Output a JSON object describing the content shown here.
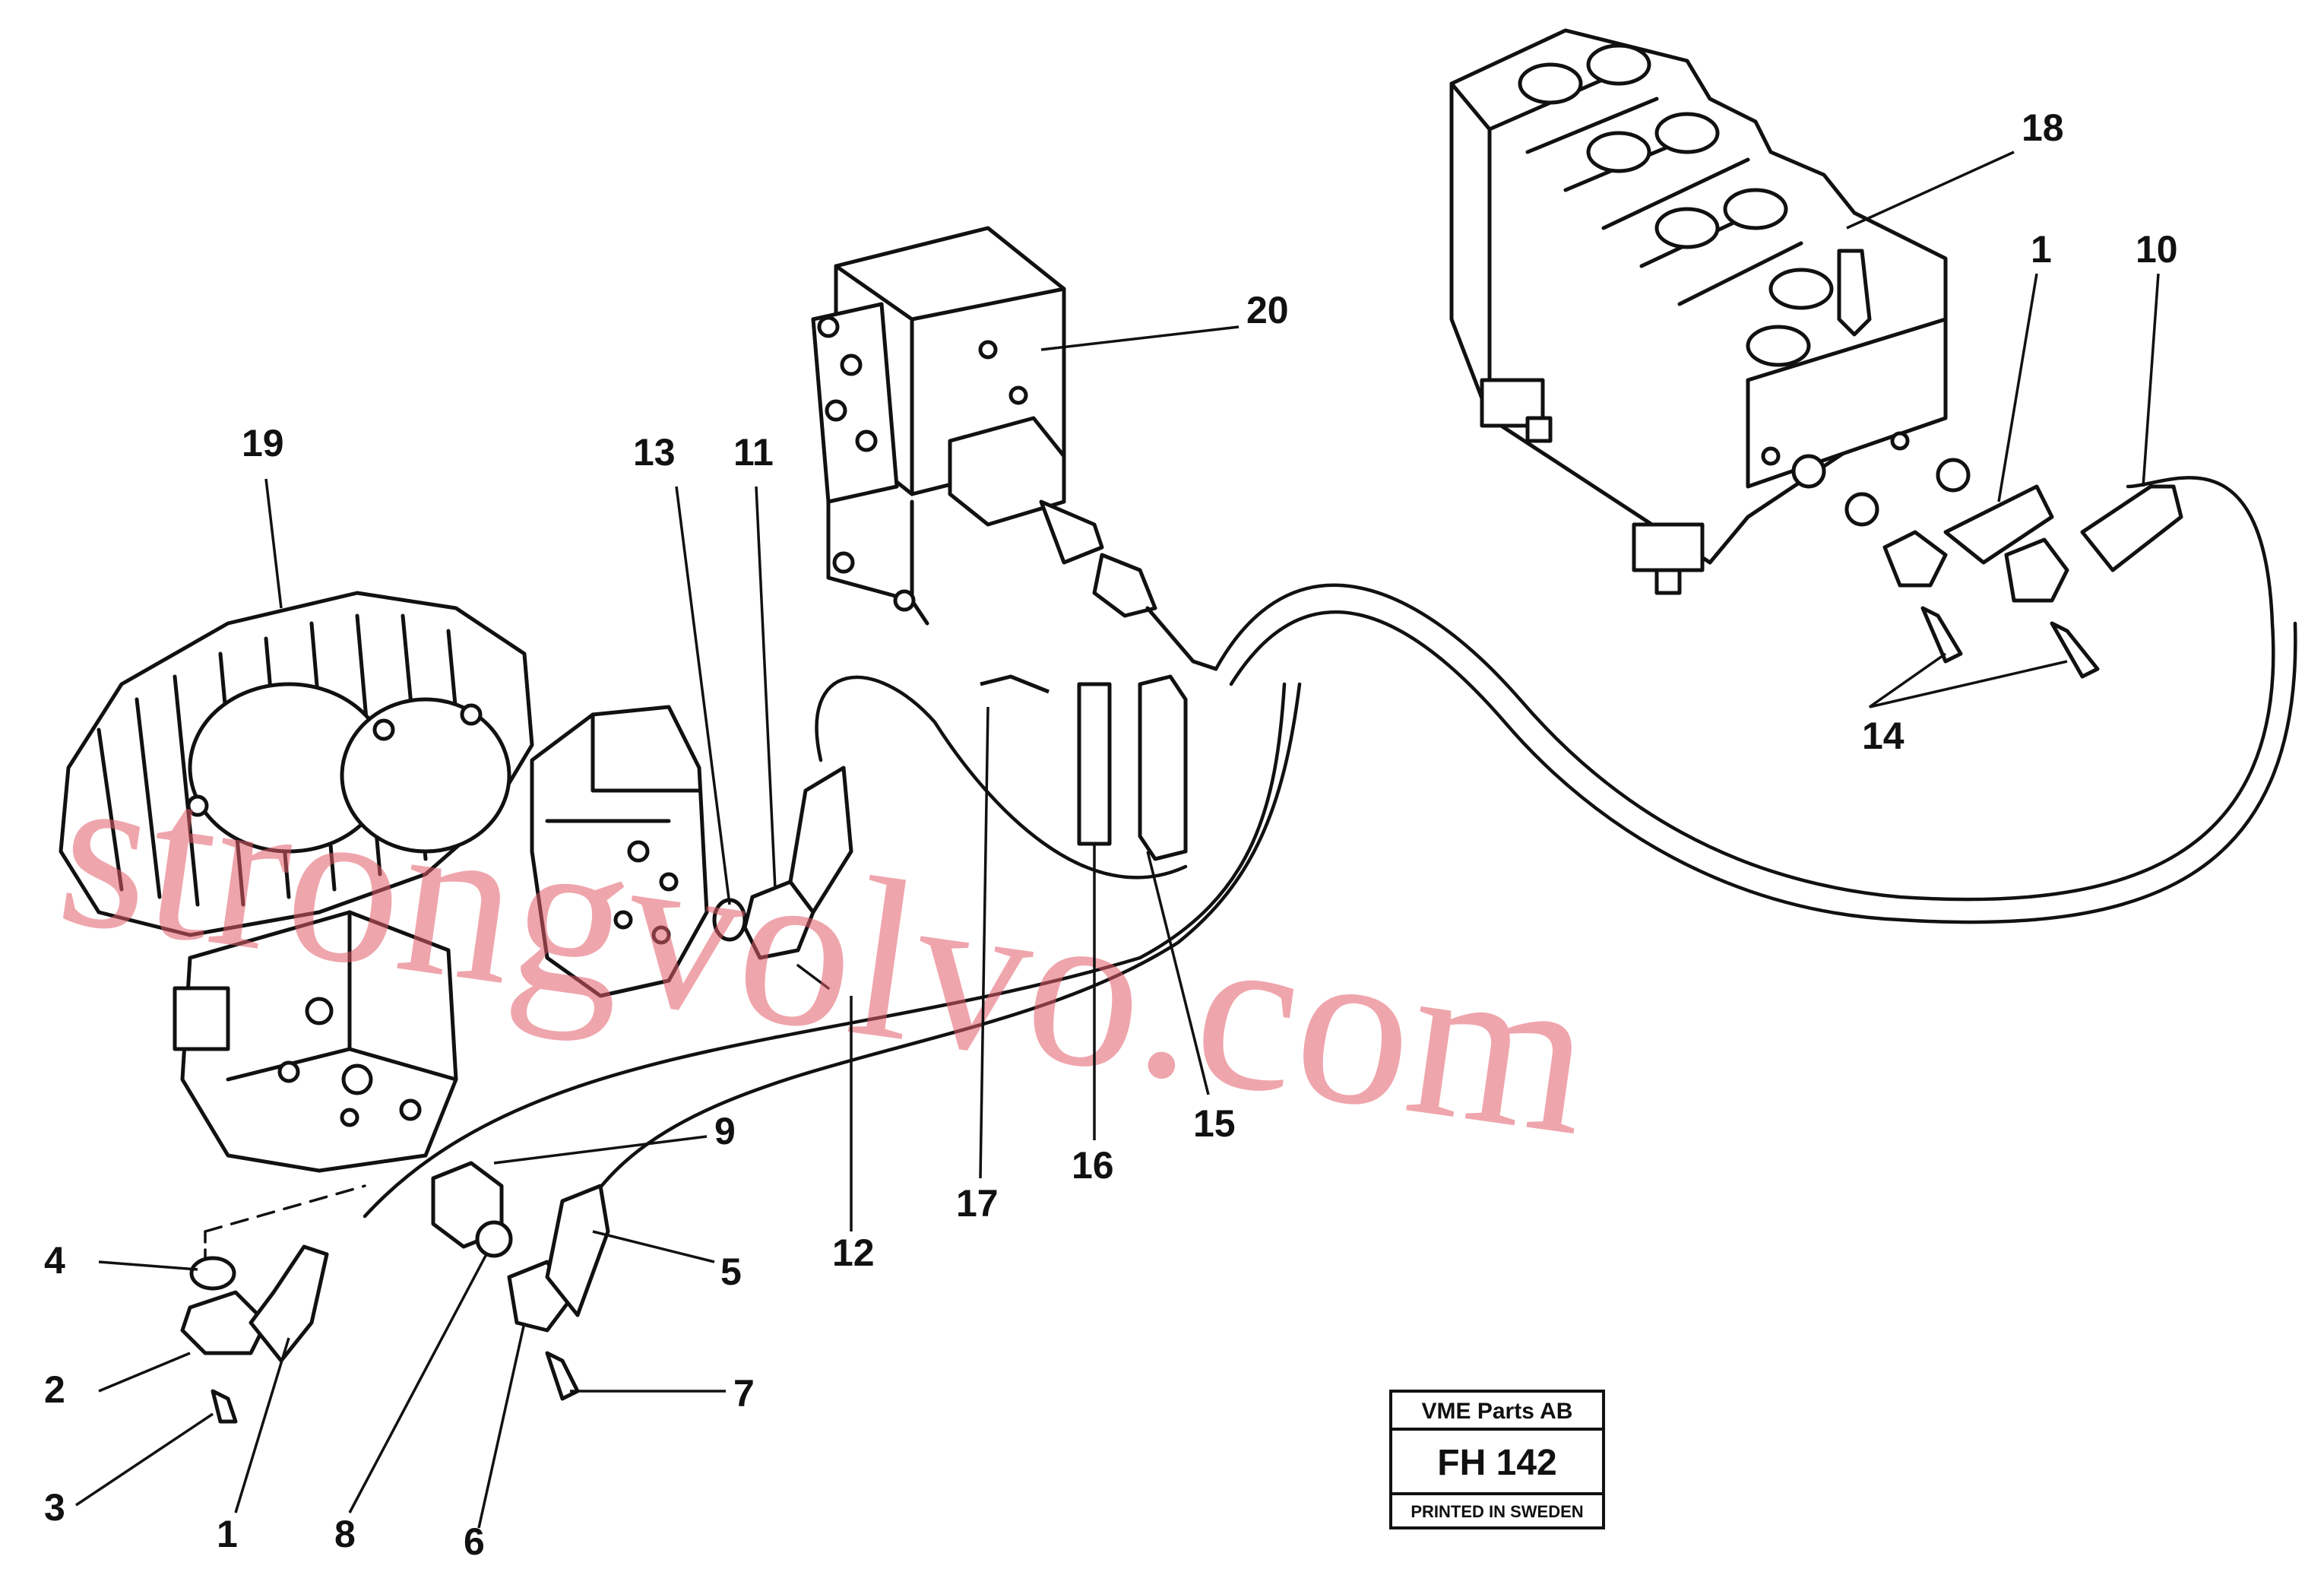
{
  "watermark": "strongvolvo.com",
  "title_block": {
    "company": "VME Parts AB",
    "code": "FH 142",
    "note": "PRINTED IN SWEDEN"
  },
  "callouts": {
    "c1a": "1",
    "c1b": "1",
    "c2": "2",
    "c3": "3",
    "c4": "4",
    "c5": "5",
    "c6": "6",
    "c7": "7",
    "c8": "8",
    "c9": "9",
    "c10": "10",
    "c11": "11",
    "c12": "12",
    "c13": "13",
    "c14": "14",
    "c15": "15",
    "c16": "16",
    "c17": "17",
    "c18": "18",
    "c19": "19",
    "c20": "20"
  },
  "colors": {
    "ink": "#111111",
    "watermark": "#e35c69",
    "background": "#ffffff"
  }
}
